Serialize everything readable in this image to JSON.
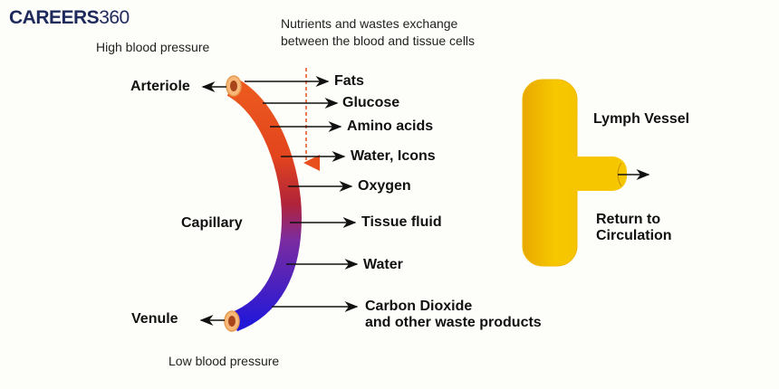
{
  "logo": {
    "brand": "CAREERS",
    "number": "360"
  },
  "header": {
    "exchange_line1": "Nutrients and wastes exchange",
    "exchange_line2": "between the blood and tissue cells",
    "high_pressure": "High blood pressure",
    "low_pressure": "Low blood pressure"
  },
  "vessels": {
    "arteriole": "Arteriole",
    "capillary": "Capillary",
    "venule": "Venule",
    "lymph_vessel": "Lymph Vessel",
    "return_line1": "Return to",
    "return_line2": "Circulation"
  },
  "exchange_items": [
    "Fats",
    "Glucose",
    "Amino acids",
    "Water, Icons",
    "Oxygen",
    "Tissue fluid",
    "Water",
    "Carbon Dioxide",
    "and other waste products"
  ],
  "colors": {
    "arterial": "#e8501e",
    "venous": "#2a1ecf",
    "lymph": "#f5c400",
    "logo": "#1f2a5c"
  }
}
